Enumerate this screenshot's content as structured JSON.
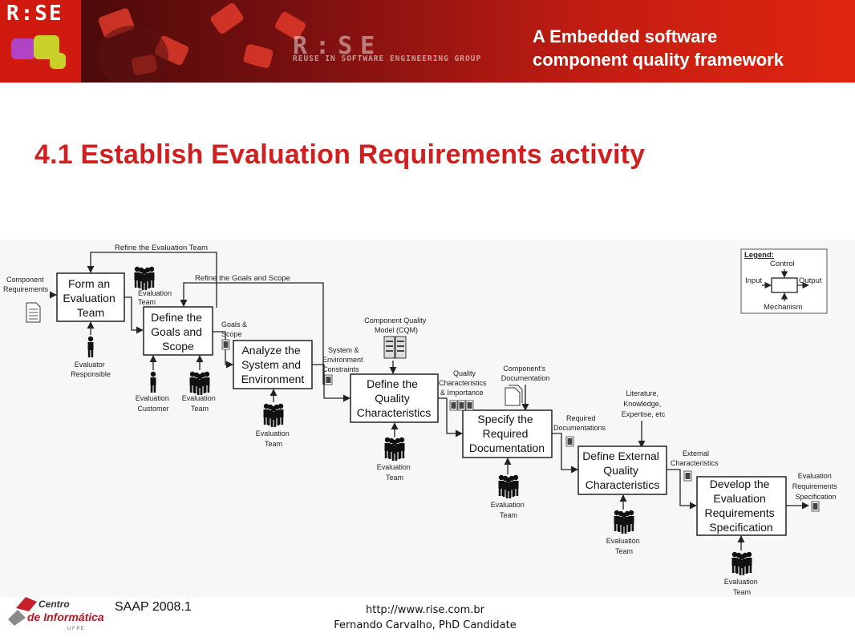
{
  "header": {
    "logo": "R:SE",
    "brand": "R:SE",
    "tagline": "REUSE IN SOFTWARE ENGINEERING GROUP",
    "title_line1": "A Embedded software",
    "title_line2": "component quality framework"
  },
  "slide": {
    "title": "4.1 Establish Evaluation Requirements activity"
  },
  "diagram": {
    "activities": [
      {
        "id": "a1",
        "lines": [
          "Form an",
          "Evaluation",
          "Team"
        ]
      },
      {
        "id": "a2",
        "lines": [
          "Define the",
          "Goals and",
          "Scope"
        ]
      },
      {
        "id": "a3",
        "lines": [
          "Analyze the",
          "System and",
          "Environment"
        ]
      },
      {
        "id": "a4",
        "lines": [
          "Define the",
          "Quality",
          "Characteristics"
        ]
      },
      {
        "id": "a5",
        "lines": [
          "Specify the",
          "Required",
          "Documentation"
        ]
      },
      {
        "id": "a6",
        "lines": [
          "Define External",
          "Quality",
          "Characteristics"
        ]
      },
      {
        "id": "a7",
        "lines": [
          "Develop the",
          "Evaluation",
          "Requirements",
          "Specification"
        ]
      }
    ],
    "feedback": [
      "Refine the Evaluation Team",
      "Refine the Goals and Scope"
    ],
    "labels": {
      "component_requirements": [
        "Component",
        "Requirements"
      ],
      "evaluation_team": [
        "Evaluation",
        "Team"
      ],
      "evaluator_responsible": [
        "Evaluator",
        "Responsible"
      ],
      "evaluation_customer": [
        "Evaluation",
        "Customer"
      ],
      "goals_scope": [
        "Goals &",
        "Scope"
      ],
      "system_env": [
        "System &",
        "Environment",
        "Constraints"
      ],
      "cqm": [
        "Component Quality",
        "Model (CQM)"
      ],
      "quality_importance": [
        "Quality",
        "Characteristics",
        "& Importance"
      ],
      "components_doc": [
        "Component's",
        "Documentation"
      ],
      "required_docs": [
        "Required",
        "Documentations"
      ],
      "literature": [
        "Literature,",
        "Knowledge,",
        "Expertise, etc"
      ],
      "external_chars": [
        "External",
        "Characteristics"
      ],
      "eval_req_spec": [
        "Evaluation",
        "Requirements",
        "Specification"
      ]
    },
    "legend": {
      "title": "Legend:",
      "control": "Control",
      "input": "Input",
      "output": "Output",
      "mechanism": "Mechanism"
    }
  },
  "footer": {
    "event": "SAAP 2008.1",
    "url": "http://www.rise.com.br",
    "author": "Fernando Carvalho, PhD Candidate",
    "org_line1": "Centro",
    "org_line2": "de Informática",
    "org_line3": "U F P E"
  }
}
